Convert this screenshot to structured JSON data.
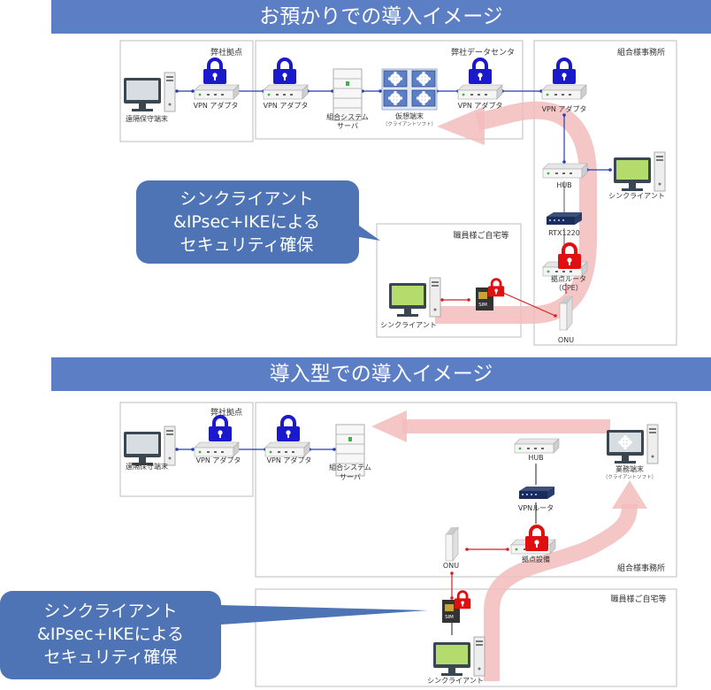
{
  "top": {
    "title": "お預かりでの導入イメージ",
    "zones": {
      "branch": "弊社拠点",
      "datacenter": "弊社データセンタ",
      "office": "組合様事務所",
      "home": "職員様ご自宅等"
    },
    "labels": {
      "remote_pc": "遠隔保守端末",
      "vpn1": "VPN アダプタ",
      "vpn2": "VPN アダプタ",
      "server1": "組合システム",
      "server2": "サーバ",
      "vterm": "仮想端末",
      "vterm_sub": "（クライアントソフト）",
      "vpn3": "VPN アダプタ",
      "vpn4": "VPN アダプタ",
      "hub": "HUB",
      "thin_client": "シンクライアント",
      "rtx": "RTX1220",
      "router1": "拠点ルータ",
      "router2": "（CPE）",
      "onu": "ONU",
      "home_client": "シンクライアント",
      "sim": "SIM"
    },
    "callout": {
      "line1": "シンクライアント",
      "line2": "&IPsec+IKEによる",
      "line3": "セキュリティ確保"
    }
  },
  "bottom": {
    "title": "導入型での導入イメージ",
    "zones": {
      "branch": "弊社拠点",
      "office": "組合様事務所",
      "home": "職員様ご自宅等"
    },
    "labels": {
      "remote_pc": "遠隔保守端末",
      "vpn1": "VPN アダプタ",
      "vpn2": "VPN アダプタ",
      "server1": "組合システム",
      "server2": "サーバ",
      "hub": "HUB",
      "biz1": "業務端末",
      "biz2": "（クライアントソフト）",
      "vpn_router": "VPNルータ",
      "onu": "ONU",
      "equipment": "拠点設備",
      "home_client": "シンクライアント",
      "sim": "SIM"
    },
    "callout": {
      "line1": "シンクライアント",
      "line2": "&IPsec+IKEによる",
      "line3": "セキュリティ確保"
    }
  },
  "colors": {
    "banner": "#5b7ec4",
    "callout": "#4e74b6",
    "flow": "#f3bcbc",
    "vpn_lock": "#1a1acc",
    "sim_lock": "#e01010",
    "blue_line": "#1f3fb8",
    "red_line": "#d62020"
  }
}
